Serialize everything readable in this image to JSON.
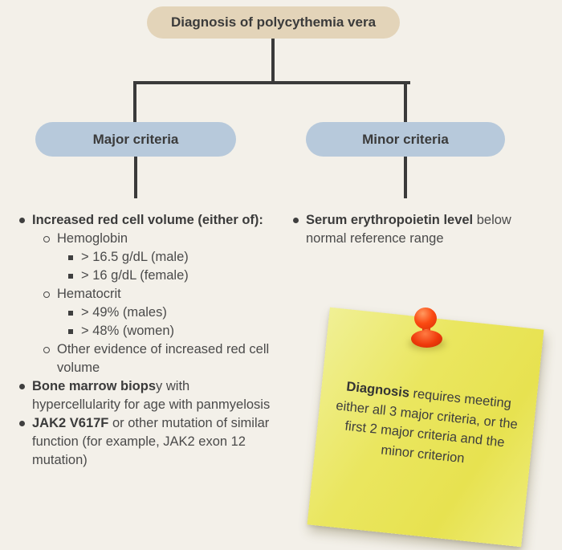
{
  "title": "Diagnosis of polycythemia vera",
  "branches": {
    "major": {
      "label": "Major criteria",
      "items": [
        {
          "level": 1,
          "bold": "Increased red cell volume (either of):",
          "text": ""
        },
        {
          "level": 2,
          "text": "Hemoglobin"
        },
        {
          "level": 3,
          "text": "> 16.5 g/dL (male)"
        },
        {
          "level": 3,
          "text": "> 16 g/dL (female)"
        },
        {
          "level": 2,
          "text": "Hematocrit"
        },
        {
          "level": 3,
          "text": "> 49% (males)"
        },
        {
          "level": 3,
          "text": "> 48% (women)"
        },
        {
          "level": 2,
          "text": "Other evidence of increased red cell volume"
        },
        {
          "level": 1,
          "bold": "Bone marrow biops",
          "text": "y with hypercellularity for age with panmyelosis"
        },
        {
          "level": 1,
          "bold": "JAK2 V617F",
          "text": " or other mutation of similar function (for example, JAK2 exon 12 mutation)"
        }
      ]
    },
    "minor": {
      "label": "Minor criteria",
      "items": [
        {
          "level": 1,
          "bold": "Serum erythropoietin level",
          "text": " below normal reference range"
        }
      ]
    }
  },
  "note": {
    "bold": "Diagnosis",
    "text": " requires meeting either all 3 major criteria, or the first 2 major criteria and the minor criterion"
  },
  "colors": {
    "background": "#f3f0e9",
    "title_pill": "#e3d4b9",
    "criteria_pill": "#b7c9db",
    "connector_line": "#3a3a3a",
    "text_dark": "#3b3b3b",
    "text_body": "#4a4a4a",
    "sticky_note": "#e9e55c",
    "pushpin_red": "#f13c0e"
  }
}
